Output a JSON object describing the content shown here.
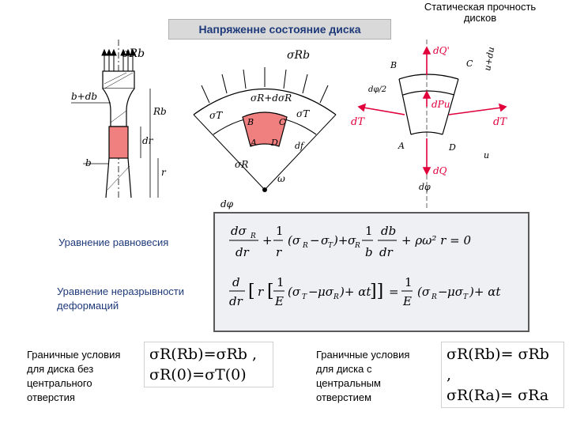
{
  "header": {
    "subtitle_line1": "Статическая прочность",
    "subtitle_line2": "дисков",
    "title": "Напряженне состояние диска"
  },
  "figure_left": {
    "labels": {
      "sigma_rb": "σRb",
      "b_db": "b+db",
      "rb": "Rb",
      "dr": "dr",
      "b": "b",
      "r": "r"
    },
    "colors": {
      "highlight": "#f08080"
    }
  },
  "figure_middle": {
    "labels": {
      "sigma_rb": "σRb",
      "sigma_r_dsigma": "σR+dσR",
      "sigma_t_left": "σT",
      "sigma_t_right": "σT",
      "sigma_r": "σR",
      "b": "B",
      "c": "C",
      "a": "A",
      "d": "D",
      "df": "df",
      "omega": "ω",
      "dphi": "dφ"
    }
  },
  "figure_right": {
    "labels": {
      "dq_prime": "dQ'",
      "u_du": "u+du",
      "b": "B",
      "c": "C",
      "dphi_half": "dφ/2",
      "dpu": "dPu",
      "dt_left": "dT",
      "dt_right": "dT",
      "a": "A",
      "d": "D",
      "u": "u",
      "dq": "dQ",
      "dphi": "dφ"
    },
    "colors": {
      "force": "#e0003c"
    }
  },
  "equations": {
    "equilibrium_label": "Уравнение равновесия",
    "continuity_label_line1": "Уравнение неразрывности",
    "continuity_label_line2": "деформаций"
  },
  "boundary_conditions": {
    "no_hole_label": [
      "Граничные условия",
      "для диска без",
      "центрального",
      "отверстия"
    ],
    "no_hole_line1": "σR(Rb)=σRb ,",
    "no_hole_line2": "σR(0)=σT(0)",
    "with_hole_label": [
      "Граничные условия",
      "для диска с",
      "центральным",
      "отверстием"
    ],
    "with_hole_line1": "σR(Rb)= σRb ,",
    "with_hole_line2": "σR(Ra)= σRa"
  }
}
